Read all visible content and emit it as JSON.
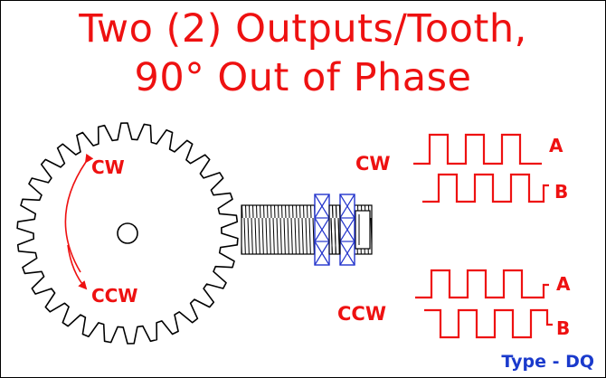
{
  "title": {
    "line1": "Two (2) Outputs/Tooth,",
    "line2": "90° Out of Phase"
  },
  "gear": {
    "cw_label": "CW",
    "ccw_label": "CCW"
  },
  "waveforms": {
    "cw": {
      "label": "CW",
      "channel_a": "A",
      "channel_b": "B"
    },
    "ccw": {
      "label": "CCW",
      "channel_a": "A",
      "channel_b": "B"
    }
  },
  "type_label": "Type - DQ",
  "colors": {
    "accent": "#ee1111",
    "type_label": "#1a3acc",
    "outline": "#000000",
    "nut": "#2233cc"
  }
}
